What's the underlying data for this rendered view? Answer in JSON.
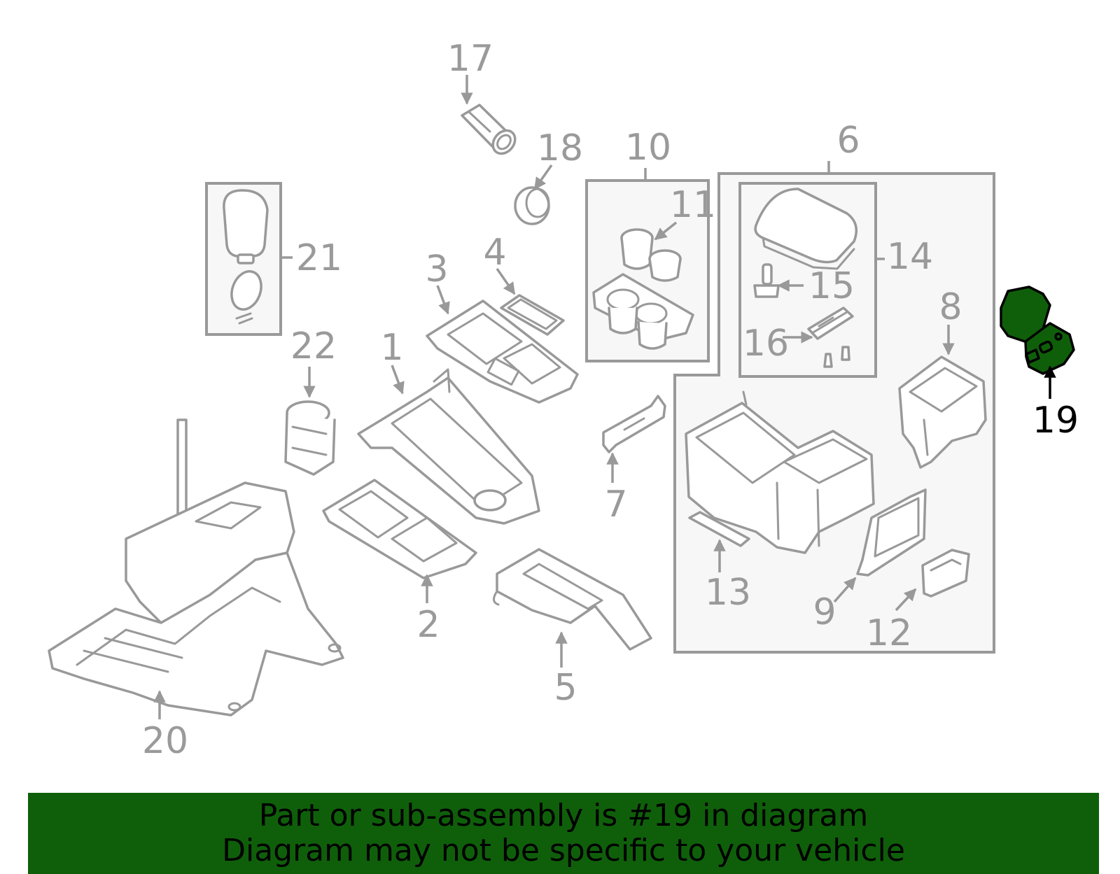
{
  "diagram": {
    "labels": [
      "1",
      "2",
      "3",
      "4",
      "5",
      "6",
      "7",
      "8",
      "9",
      "10",
      "11",
      "12",
      "13",
      "14",
      "15",
      "16",
      "17",
      "18",
      "19",
      "20",
      "21",
      "22"
    ],
    "highlighted_part": "19"
  },
  "colors": {
    "highlight": "#0f5f0a",
    "line": "#999999",
    "label": "#9a9a9a"
  },
  "banner": {
    "line1": "Part or sub-assembly is #19 in diagram",
    "line2": "Diagram may not be specific to your vehicle"
  }
}
